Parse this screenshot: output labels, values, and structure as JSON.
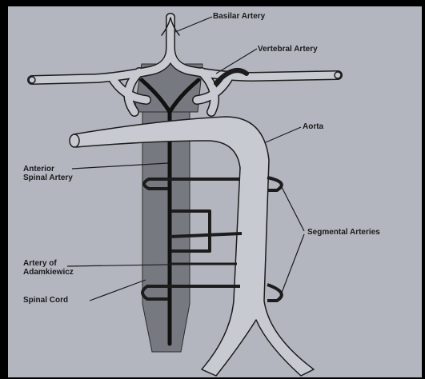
{
  "labels": {
    "basilar": "Basilar Artery",
    "vertebral": "Vertebral Artery",
    "aorta": "Aorta",
    "anterior_spinal_line1": "Anterior",
    "anterior_spinal_line2": "Spinal Artery",
    "segmental": "Segmental Arteries",
    "adamkiewicz_line1": "Artery of",
    "adamkiewicz_line2": "Adamkiewicz",
    "spinal_cord": "Spinal Cord"
  },
  "colors": {
    "background": "#b3b6bf",
    "artery_fill": "#c7cad1",
    "artery_outline": "#1c1c1c",
    "spinal_cord": "#76797f",
    "anterior_spinal_artery": "#111111"
  }
}
